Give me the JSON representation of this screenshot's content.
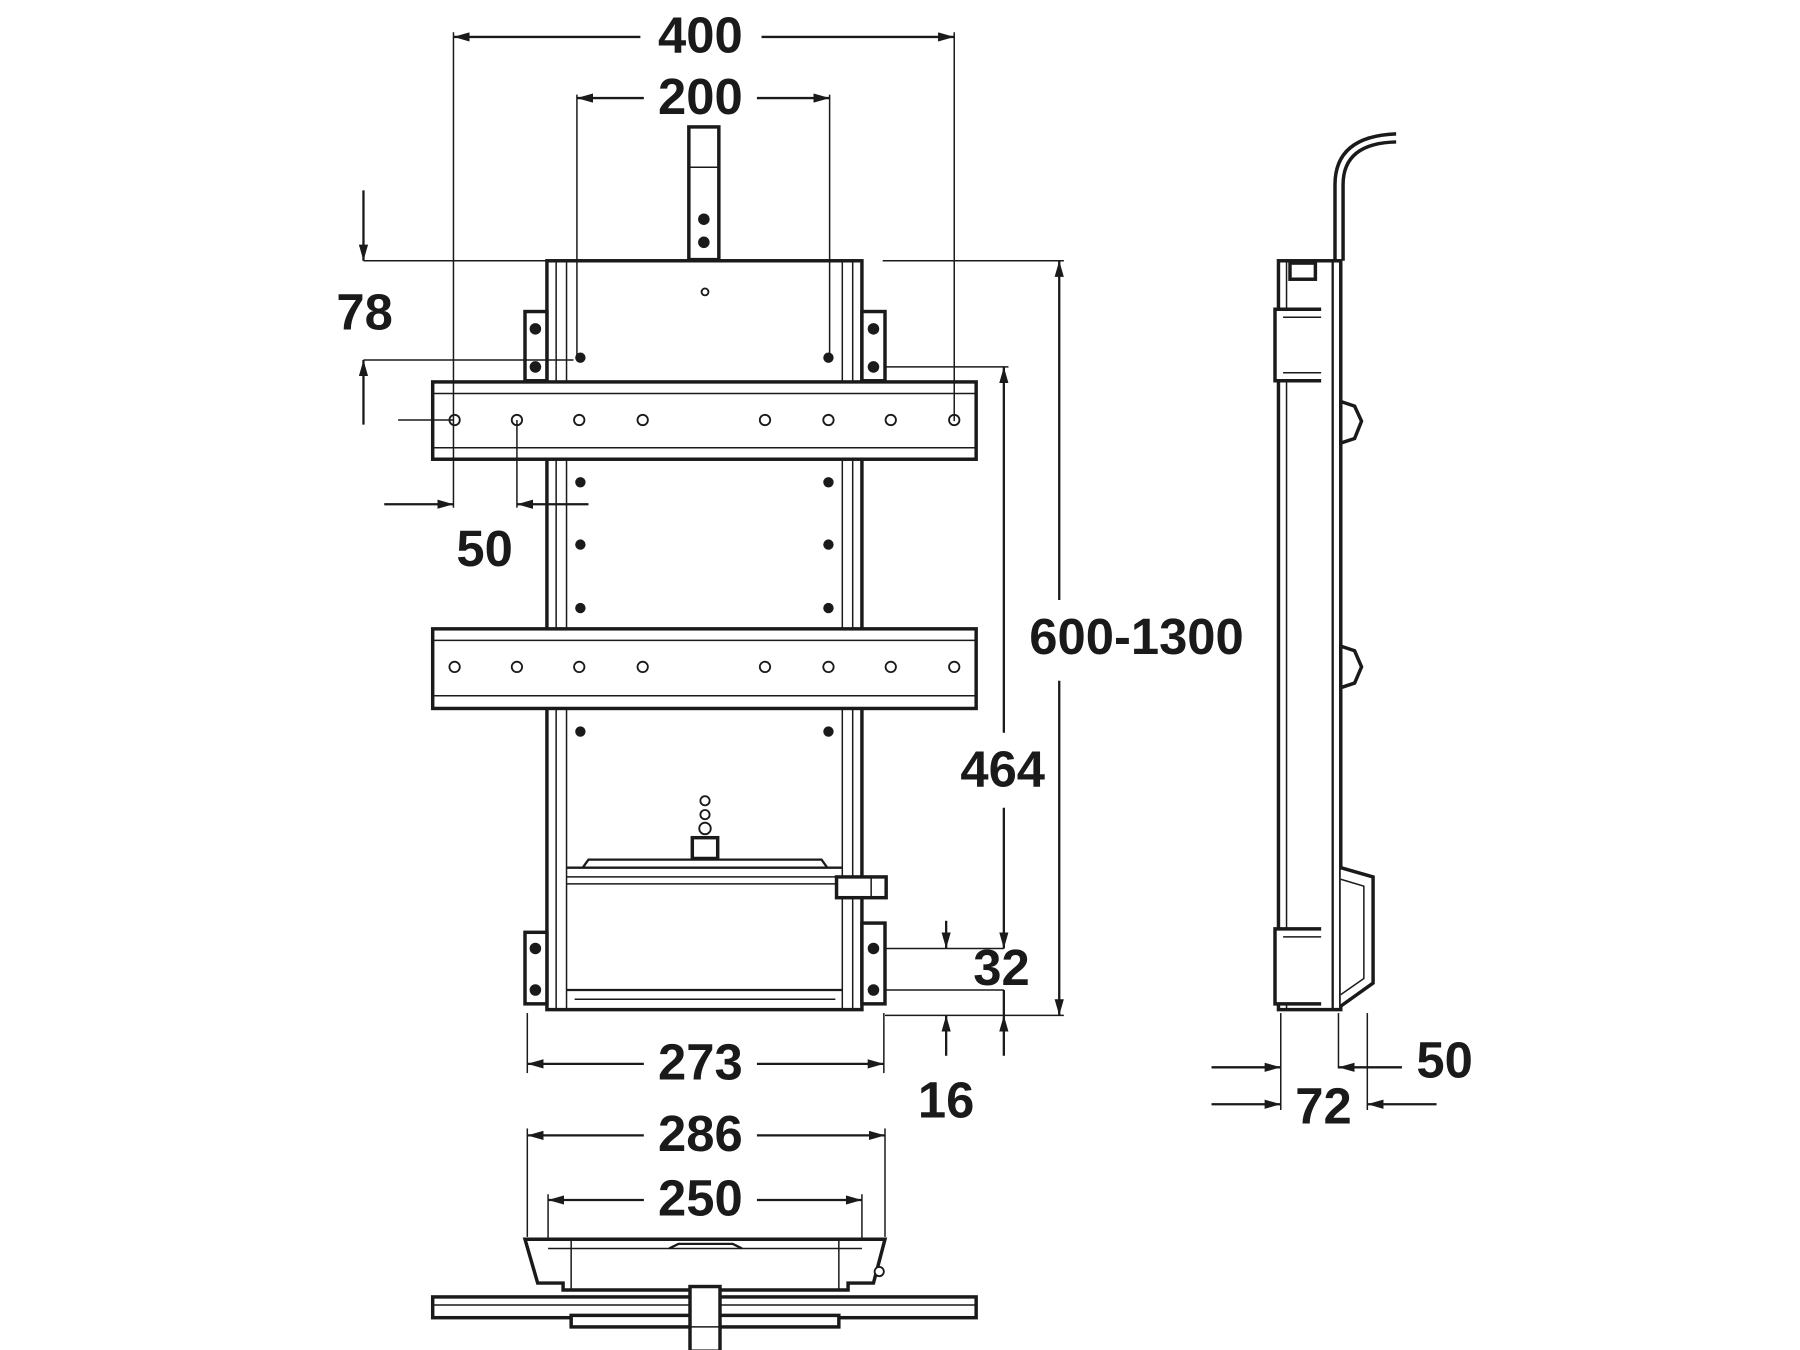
{
  "drawing": {
    "title": "TV lift mechanism dimension drawing",
    "line_color": "#1a1a1a",
    "background": "#ffffff",
    "dimensions": {
      "overall_bracket_width": "400",
      "inner_bracket_width": "200",
      "top_offset": "78",
      "hole_pitch": "50",
      "height_range": "600-1300",
      "bracket_span": "464",
      "bottom_hole_spacing": "32",
      "bottom_offset": "16",
      "frame_width": "273",
      "base_outer_width": "286",
      "base_inner_width": "250",
      "side_depth": "72",
      "side_offset": "50"
    }
  }
}
